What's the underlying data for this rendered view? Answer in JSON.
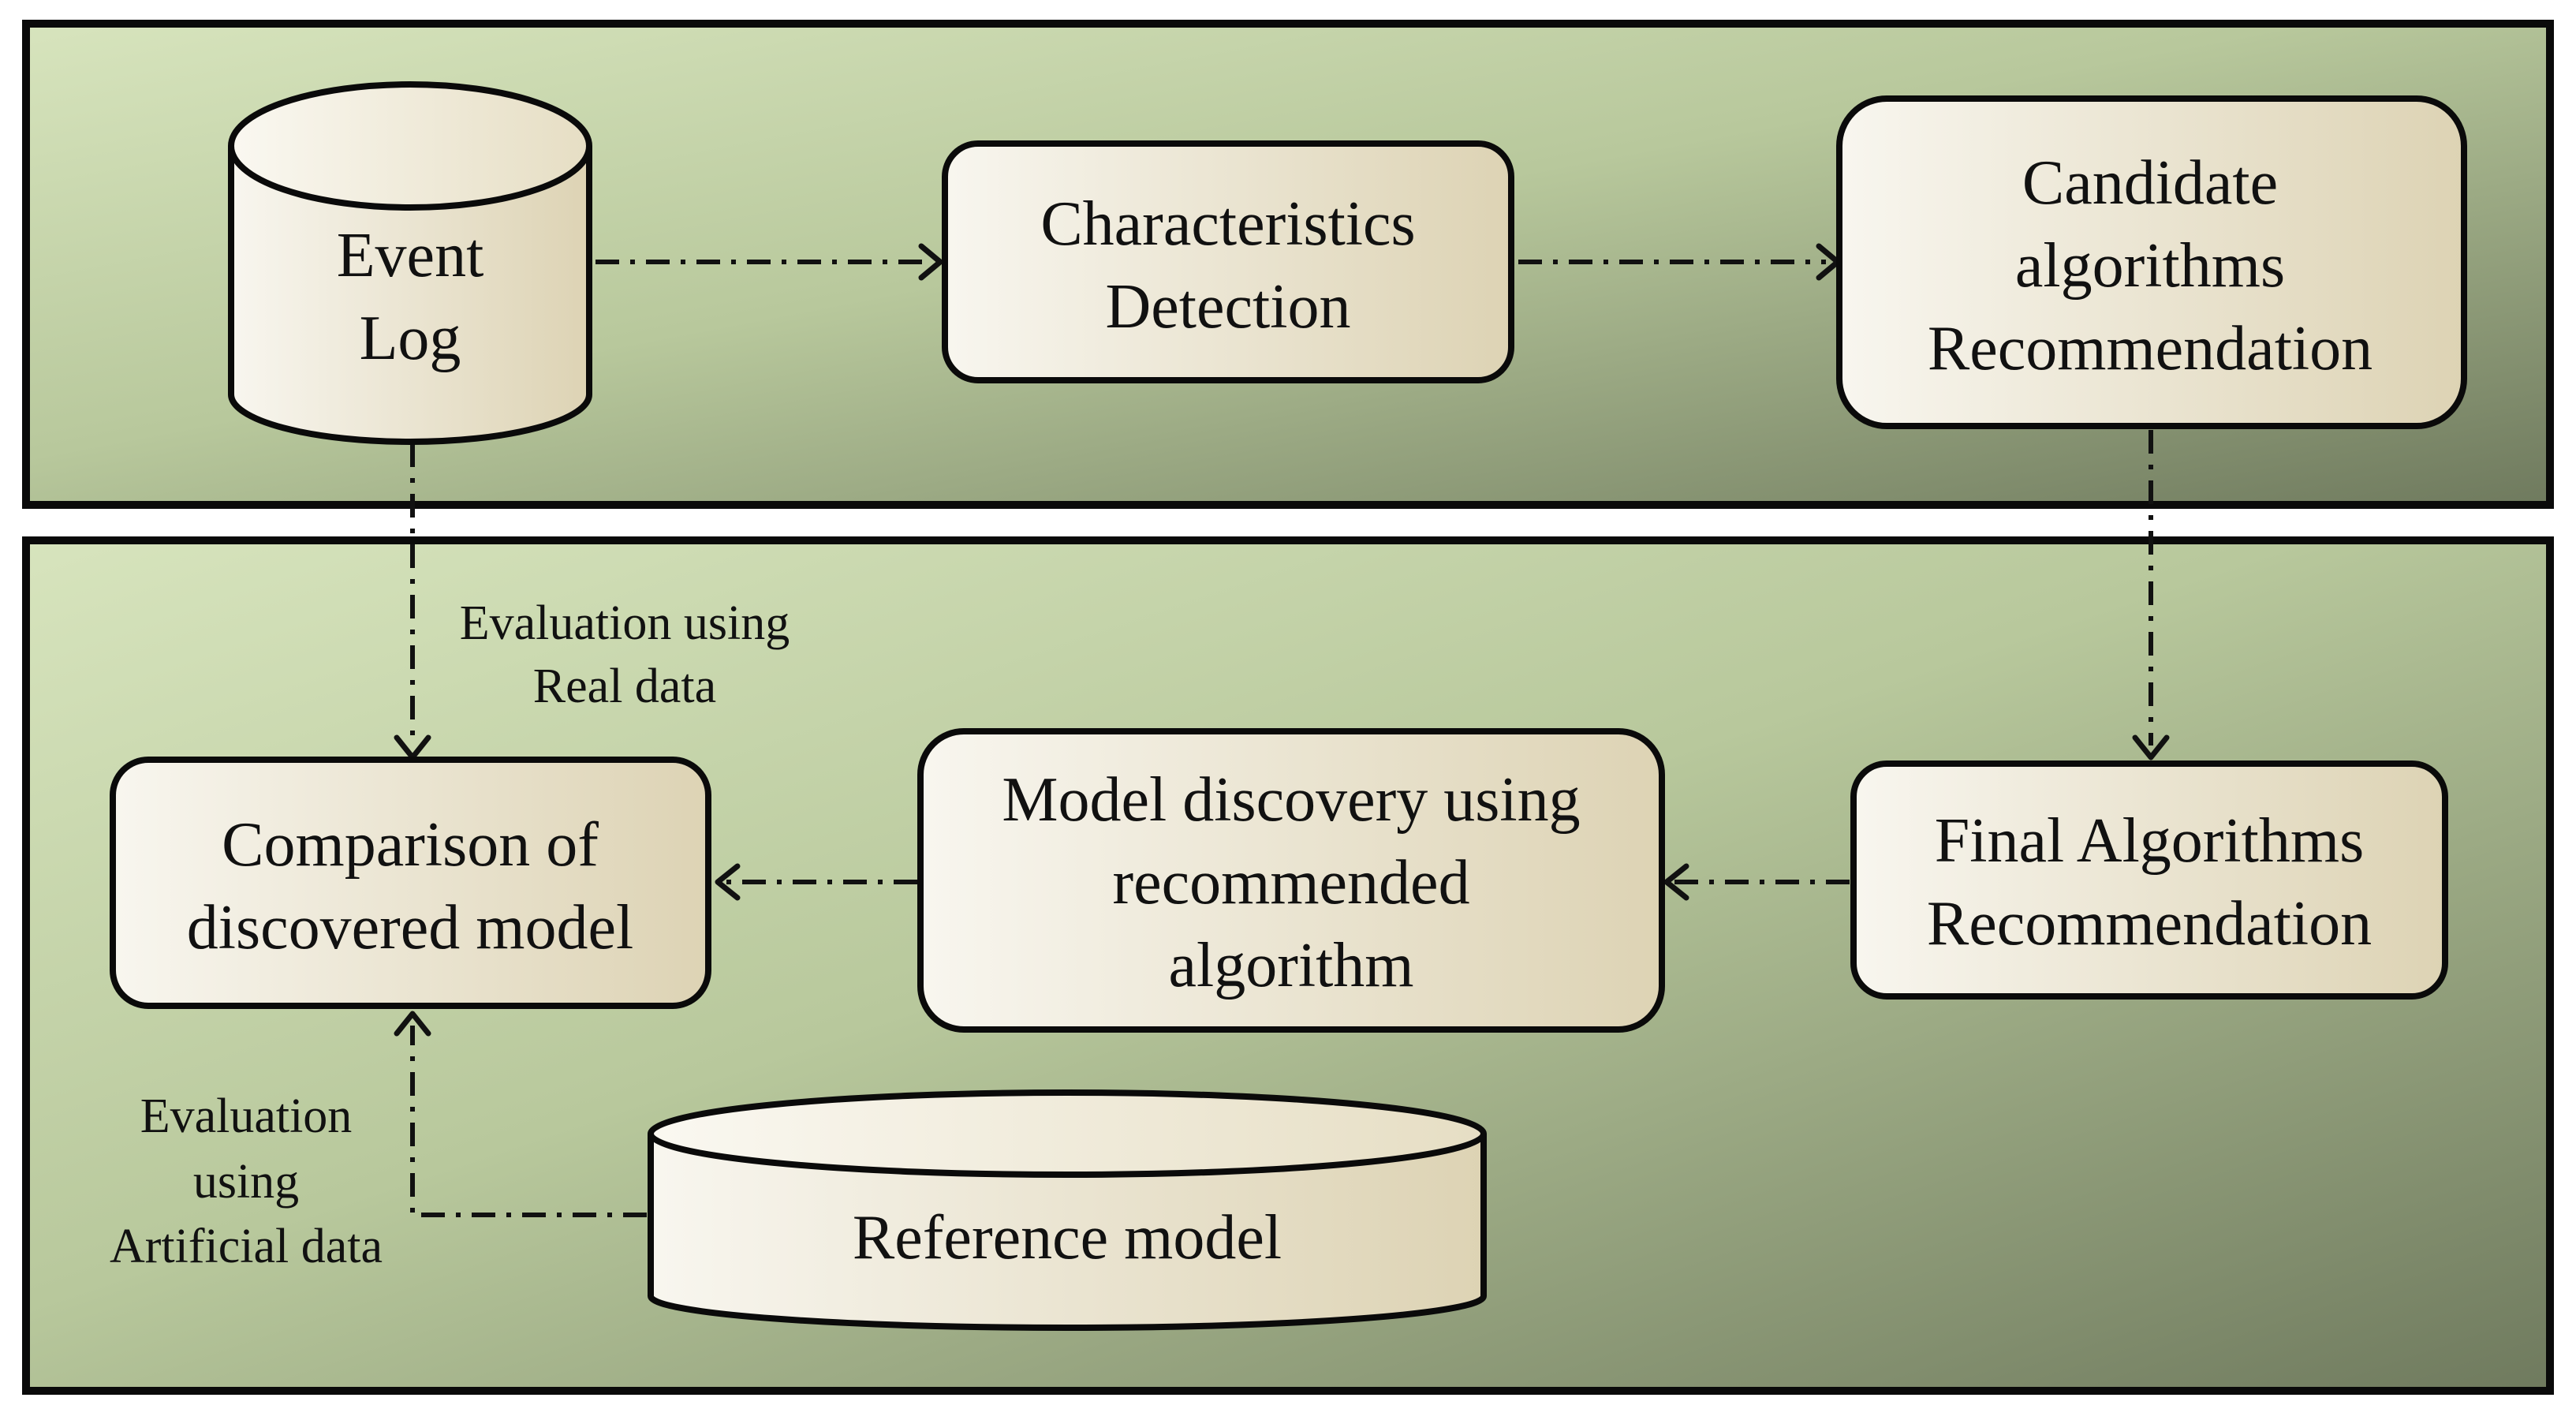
{
  "nodes": {
    "event_log": {
      "lines": [
        "Event",
        "Log"
      ]
    },
    "characteristics_detection": {
      "lines": [
        "Characteristics",
        "Detection"
      ]
    },
    "candidate_algorithms": {
      "lines": [
        "Candidate",
        "algorithms",
        "Recommendation"
      ]
    },
    "final_algorithms": {
      "lines": [
        "Final Algorithms",
        "Recommendation"
      ]
    },
    "model_discovery": {
      "lines": [
        "Model discovery using",
        "recommended",
        "algorithm"
      ]
    },
    "comparison": {
      "lines": [
        "Comparison of",
        "discovered model"
      ]
    },
    "reference_model": {
      "lines": [
        "Reference model"
      ]
    }
  },
  "edge_labels": {
    "real_data": [
      "Evaluation using",
      "Real data"
    ],
    "artificial_data": [
      "Evaluation",
      "using",
      "Artificial data"
    ]
  },
  "colors": {
    "panel_light": "#d7e4bd",
    "panel_mid": "#b7c79b",
    "panel_dark": "#6f7a5e",
    "box_light": "#f7f5ee",
    "box_dark": "#ddd4b6",
    "stroke": "#0a0a0a"
  }
}
